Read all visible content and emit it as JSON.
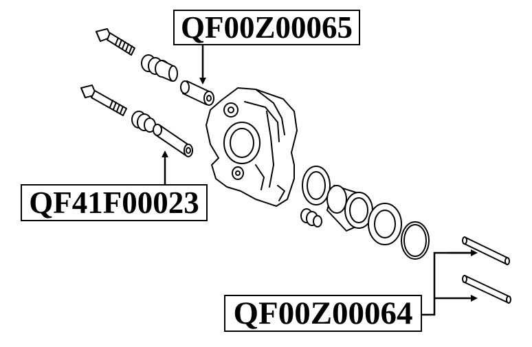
{
  "labels": {
    "top": "QF00Z00065",
    "left": "QF41F00023",
    "bottom": "QF00Z00064"
  },
  "colors": {
    "ink": "#000000",
    "background": "#ffffff"
  }
}
